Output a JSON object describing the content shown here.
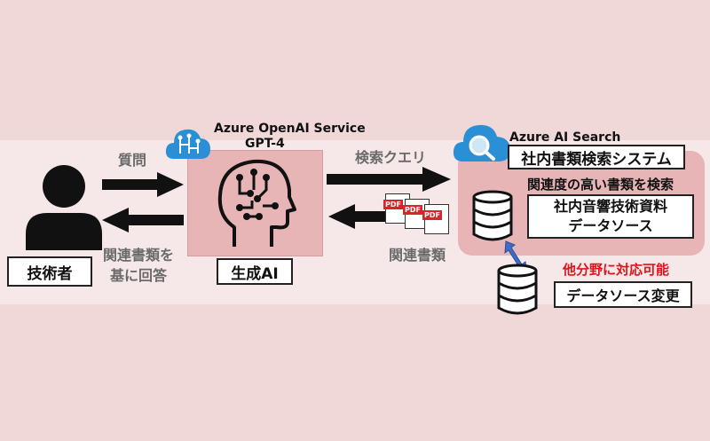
{
  "user": {
    "label": "技術者"
  },
  "arrows": {
    "question_label": "質問",
    "answer_label_line1": "関連書類を",
    "answer_label_line2": "基に回答",
    "search_query_label": "検索クエリ",
    "related_docs_label": "関連書類"
  },
  "ai": {
    "service_name": "Azure OpenAI Service",
    "model_name": "GPT-4",
    "label": "生成AI"
  },
  "search": {
    "service_name": "Azure AI Search",
    "system_label": "社内書類検索システム",
    "description": "関連度の高い書類を検索",
    "datasource_line1": "社内音響技術資料",
    "datasource_line2": "データソース",
    "alt_note": "他分野に対応可能",
    "change_label": "データソース変更"
  },
  "doc_icons": [
    "PDF",
    "PDF",
    "PDF"
  ],
  "icons": [
    "person-icon",
    "cloud-brain-icon",
    "ai-head-icon",
    "cloud-search-icon",
    "pdf-document-icon",
    "database-icon",
    "double-arrow-icon"
  ],
  "colors": {
    "background": "#f0d8d9",
    "band": "#f6e8e9",
    "panel": "#e7b5b6",
    "cloud_blue": "#2b8fd6",
    "alert_red": "#e1141b",
    "pdf_red": "#d6262b"
  }
}
